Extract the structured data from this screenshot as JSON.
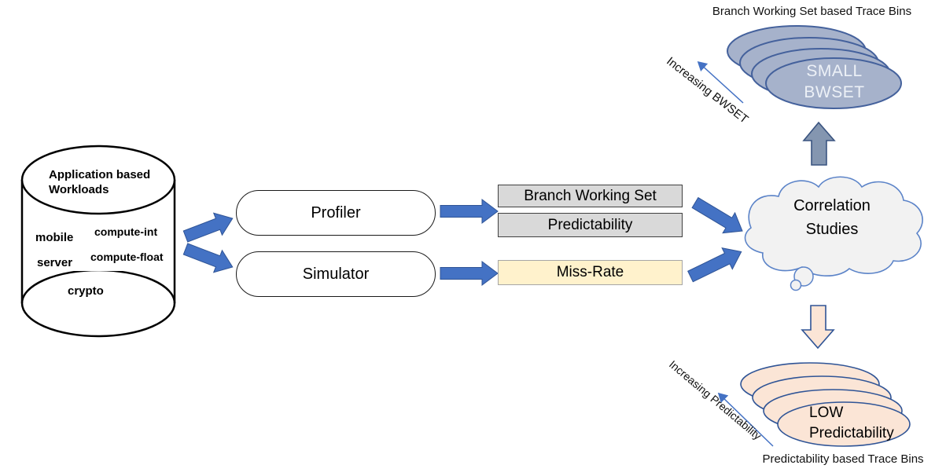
{
  "top_bins": {
    "title": "Branch Working Set based Trace Bins",
    "axis_label": "Increasing BWSET",
    "front_lines": [
      "SMALL",
      "BWSET"
    ]
  },
  "bottom_bins": {
    "title": "Predictability based Trace Bins",
    "axis_label": "Increasing Predictability",
    "front_lines": [
      "LOW",
      "Predictability"
    ]
  },
  "cylinder": {
    "title_lines": [
      "Application based",
      "Workloads"
    ],
    "labels": {
      "mobile": "mobile",
      "compute_int": "compute-int",
      "server": "server",
      "compute_float": "compute-float",
      "crypto": "crypto"
    }
  },
  "process": {
    "profiler": "Profiler",
    "simulator": "Simulator"
  },
  "metrics": {
    "branch_working_set": "Branch Working Set",
    "predictability": "Predictability",
    "miss_rate": "Miss-Rate"
  },
  "cloud": {
    "lines": [
      "Correlation",
      "Studies"
    ]
  },
  "colors": {
    "arrow_blue": "#4472c4",
    "arrow_blue_border": "#2f5496",
    "bwset_ellipse_fill": "#a6b2cb",
    "bwset_ellipse_border": "#44619c",
    "predictability_ellipse_fill": "#fbe5d6",
    "predictability_ellipse_border": "#2f5496",
    "gray_box_fill": "#d9d9d9",
    "yellow_box_fill": "#fff2cc",
    "cloud_fill": "#f2f2f2",
    "cloud_border": "#5b83c8",
    "up_arrow_fill": "#8496b0"
  }
}
